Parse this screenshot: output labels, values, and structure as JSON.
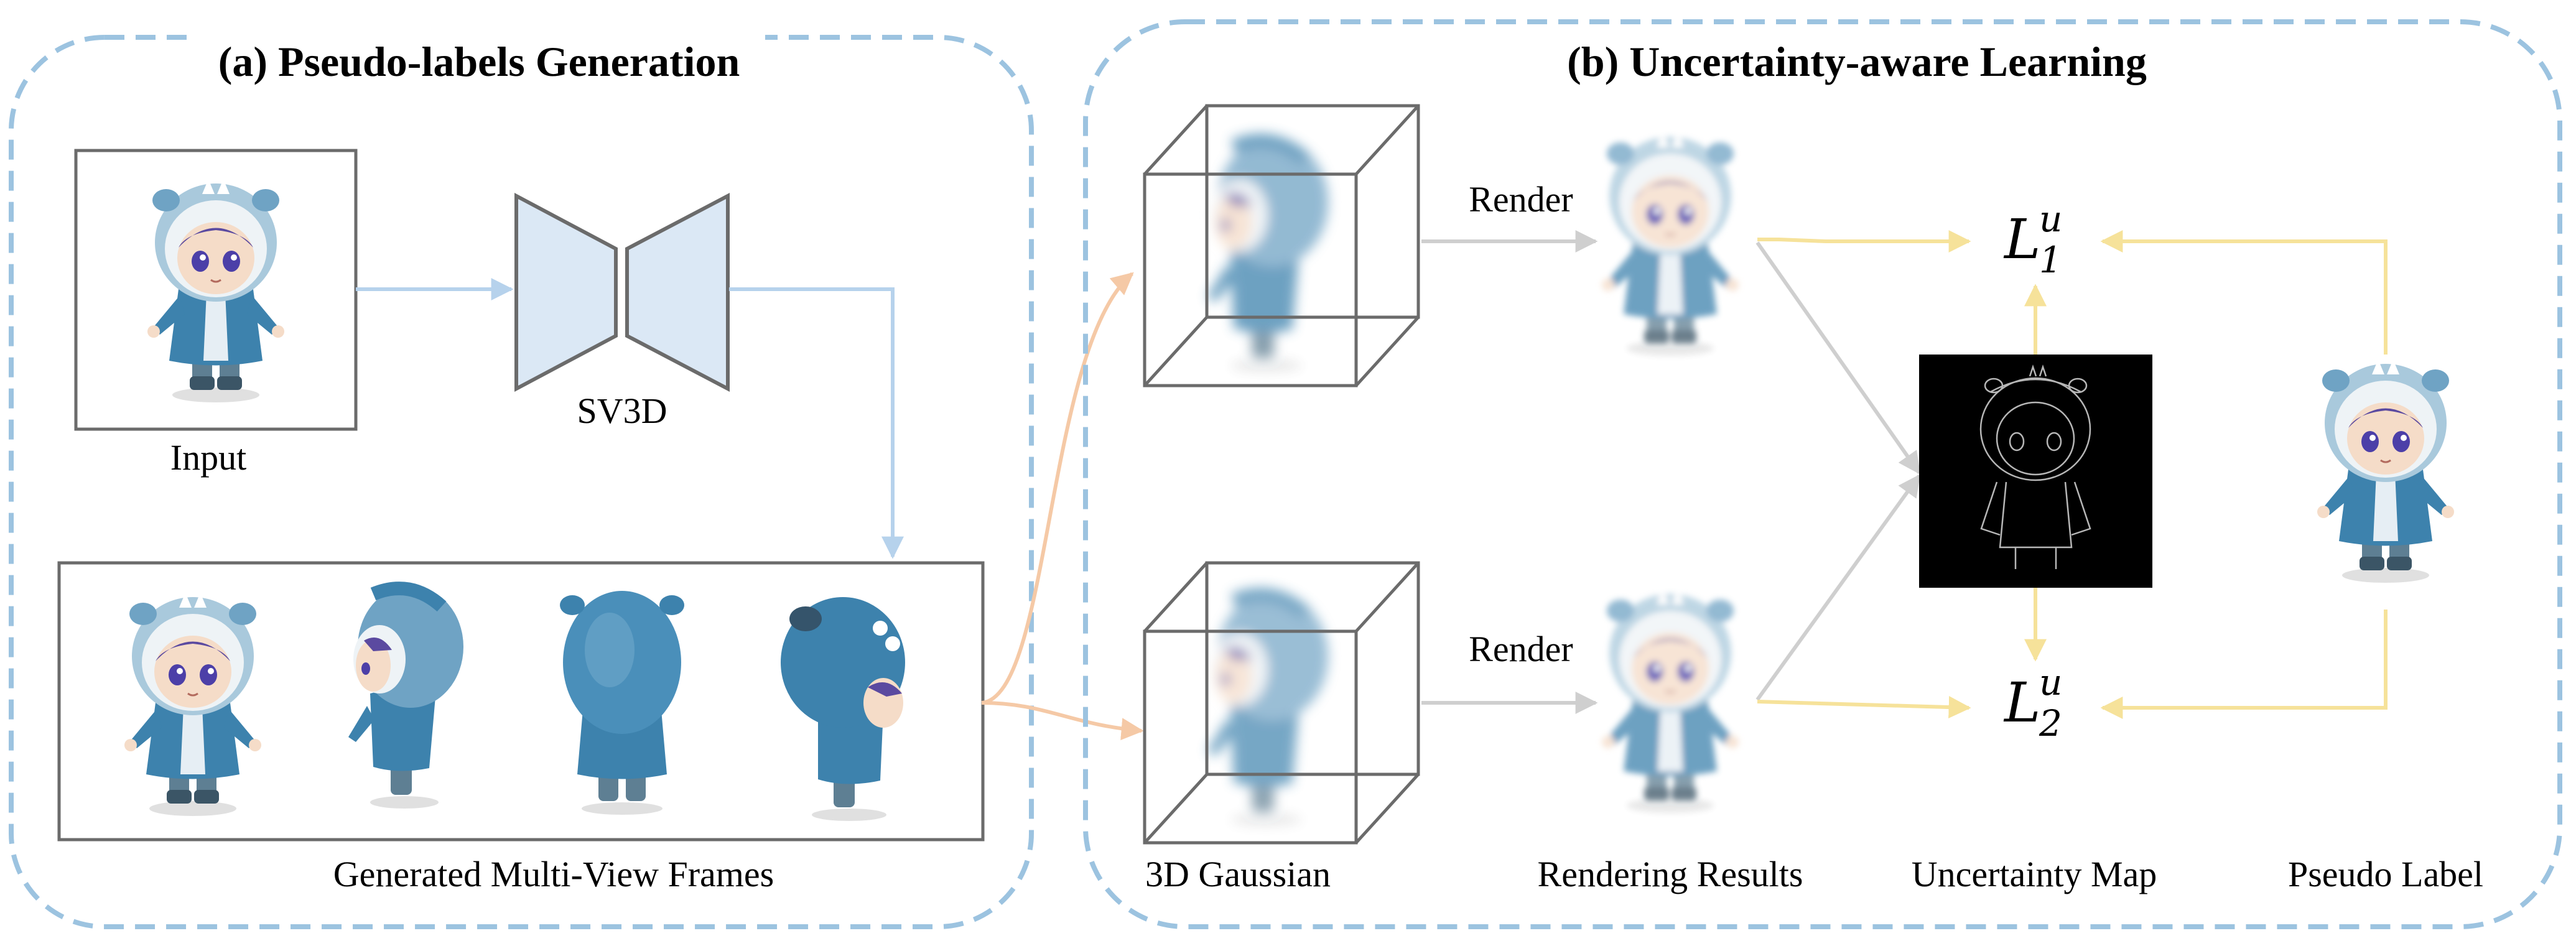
{
  "panel_a": {
    "title": "(a) Pseudo-labels Generation",
    "input_label": "Input",
    "model_label": "SV3D",
    "frames_label": "Generated Multi-View Frames"
  },
  "panel_b": {
    "title": "(b) Uncertainty-aware Learning",
    "render_label_top": "Render",
    "render_label_bottom": "Render",
    "loss_top": {
      "base": "L",
      "sup": "u",
      "sub": "1"
    },
    "loss_bottom": {
      "base": "L",
      "sup": "u",
      "sub": "2"
    },
    "col_gaussian": "3D Gaussian",
    "col_rendering": "Rendering Results",
    "col_uncertainty": "Uncertainty Map",
    "col_pseudo": "Pseudo Label"
  },
  "colors": {
    "dash_border": "#9cc3e0",
    "blue_arrow": "#b6d2ec",
    "orange_arrow": "#f5c9a6",
    "gray_arrow": "#cfcfcf",
    "yellow_arrow": "#f6e29a",
    "sv3d_fill": "#dbe8f5",
    "figure_blue": "#3d82ad",
    "hood_light": "#a9c9dc",
    "face_skin": "#f5dcc8",
    "uncertainty_bg": "#000000"
  },
  "icons": [
    "sv3d-encoder-decoder-icon",
    "3d-gaussian-cube-icon",
    "character-figure-icon",
    "uncertainty-map-image"
  ]
}
